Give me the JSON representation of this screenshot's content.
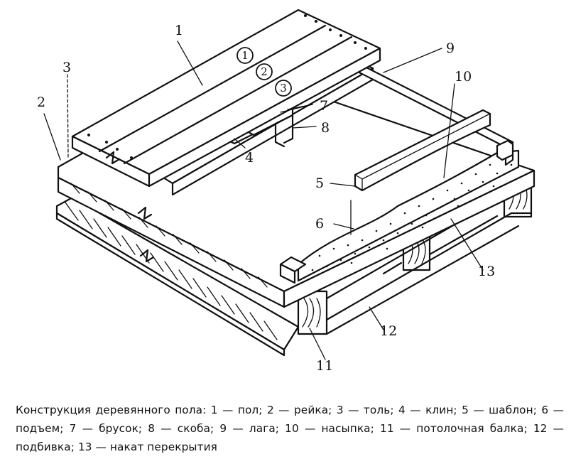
{
  "callouts": {
    "n1": "1",
    "n2": "2",
    "n3": "3",
    "n4": "4",
    "n5": "5",
    "n6": "6",
    "n7": "7",
    "n8": "8",
    "n9": "9",
    "n10": "10",
    "n11": "11",
    "n12": "12",
    "n13": "13"
  },
  "board_markers": {
    "m1": "1",
    "m2": "2",
    "m3": "3"
  },
  "caption": "Конструкция деревянного пола: 1 — пол; 2 — рейка; 3 — толь; 4 — клин; 5 — шаблон; 6 — подъем; 7 — брусок; 8 — скоба; 9 — лага; 10 — насыпка; 11 — потолочная балка; 12 — подбивка; 13 — накат перекрытия"
}
